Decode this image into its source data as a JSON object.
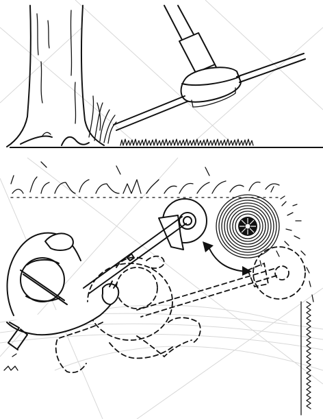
{
  "figure": {
    "top_panel": "trimmer-head-at-tree-base",
    "bottom_panel": "operator-sweeping-trimmer-around-tree",
    "colors": {
      "ink": "#111111",
      "background": "#ffffff",
      "background_lines": "#d7d7d7"
    },
    "icons": [
      "tree-trunk",
      "trimmer-shaft",
      "trimmer-head",
      "tree-stump-rings",
      "operator",
      "curved-arrow"
    ]
  }
}
